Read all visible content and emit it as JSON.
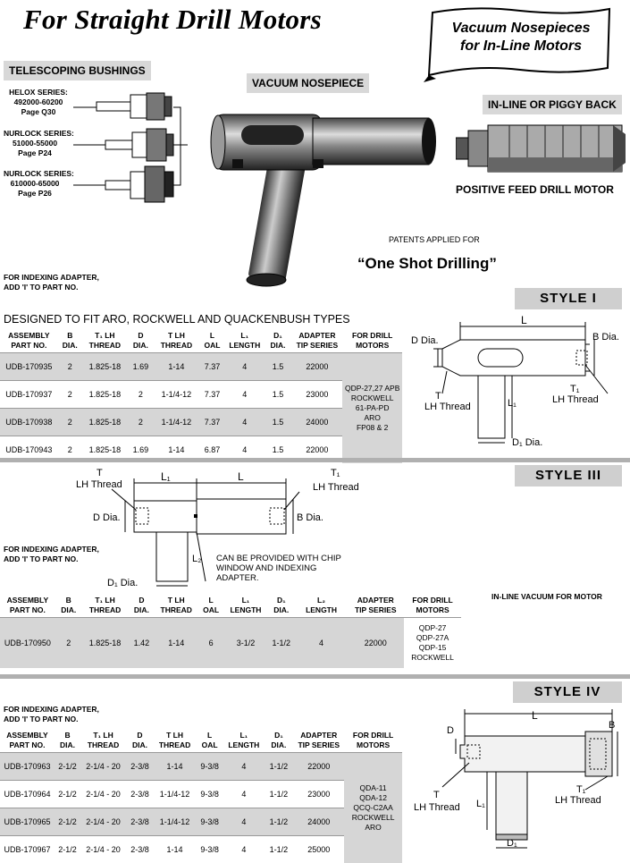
{
  "header": {
    "title": "For Straight Drill Motors",
    "banner_line1": "Vacuum Nosepieces",
    "banner_line2": "for In-Line Motors"
  },
  "top": {
    "telescoping_label": "TELESCOPING BUSHINGS",
    "helox": [
      "HELOX SERIES:",
      "492000-60200",
      "Page Q30"
    ],
    "nurlock1": [
      "NURLOCK SERIES:",
      "51000-55000",
      "Page P24"
    ],
    "nurlock2": [
      "NURLOCK SERIES:",
      "610000-65000",
      "Page P26"
    ],
    "vacuum_label": "VACUUM NOSEPIECE",
    "inline_label": "IN-LINE OR PIGGY BACK",
    "positive_feed": "POSITIVE FEED DRILL MOTOR",
    "patents": "PATENTS APPLIED FOR",
    "one_shot": "“One Shot Drilling”",
    "indexing": [
      "FOR INDEXING ADAPTER,",
      "ADD 'I' TO PART NO."
    ]
  },
  "style1": {
    "label": "STYLE  I",
    "heading": "DESIGNED TO FIT ARO, ROCKWELL AND QUACKENBUSH TYPES",
    "columns": [
      [
        "ASSEMBLY",
        "PART NO."
      ],
      [
        "B",
        "DIA."
      ],
      [
        "T₁ LH",
        "THREAD"
      ],
      [
        "D",
        "DIA."
      ],
      [
        "T LH",
        "THREAD"
      ],
      [
        "L",
        "OAL"
      ],
      [
        "L₁",
        "LENGTH"
      ],
      [
        "D₁",
        "DIA."
      ],
      [
        "ADAPTER",
        "TIP SERIES"
      ],
      [
        "FOR DRILL",
        "MOTORS"
      ]
    ],
    "rows": [
      [
        "UDB-170935",
        "2",
        "1.825-18",
        "1.69",
        "1-14",
        "7.37",
        "4",
        "1.5",
        "22000"
      ],
      [
        "UDB-170937",
        "2",
        "1.825-18",
        "2",
        "1-1/4-12",
        "7.37",
        "4",
        "1.5",
        "23000"
      ],
      [
        "UDB-170938",
        "2",
        "1.825-18",
        "2",
        "1-1/4-12",
        "7.37",
        "4",
        "1.5",
        "24000"
      ],
      [
        "UDB-170943",
        "2",
        "1.825-18",
        "1.69",
        "1-14",
        "6.87",
        "4",
        "1.5",
        "22000"
      ]
    ],
    "motors": [
      "QDP-27,27 APB",
      "ROCKWELL",
      "61-PA-PD",
      "ARO",
      "FP08 & 2"
    ],
    "drawing": {
      "L": "L",
      "D": "D Dia.",
      "B": "B Dia.",
      "T": "T",
      "T_sub": "LH Thread",
      "T1": "T₁",
      "T1_sub": "LH Thread",
      "L1": "L₁",
      "D1": "D₁ Dia."
    }
  },
  "style3": {
    "label": "STYLE  III",
    "indexing": [
      "FOR INDEXING ADAPTER,",
      "ADD 'I' TO PART NO."
    ],
    "note": [
      "CAN BE PROVIDED WITH CHIP",
      "WINDOW AND INDEXING",
      "ADAPTER."
    ],
    "inline_note": "IN-LINE VACUUM FOR MOTOR",
    "columns": [
      [
        "ASSEMBLY",
        "PART NO."
      ],
      [
        "B",
        "DIA."
      ],
      [
        "T₁ LH",
        "THREAD"
      ],
      [
        "D",
        "DIA."
      ],
      [
        "T LH",
        "THREAD"
      ],
      [
        "L",
        "OAL"
      ],
      [
        "L₁",
        "LENGTH"
      ],
      [
        "D₁",
        "DIA."
      ],
      [
        "L₂",
        "LENGTH"
      ],
      [
        "ADAPTER",
        "TIP SERIES"
      ],
      [
        "FOR DRILL",
        "MOTORS"
      ]
    ],
    "rows": [
      [
        "UDB-170950",
        "2",
        "1.825-18",
        "1.42",
        "1-14",
        "6",
        "3-1/2",
        "1-1/2",
        "4",
        "22000"
      ]
    ],
    "motors": [
      "QDP-27",
      "QDP-27A",
      "QDP-15",
      "ROCKWELL"
    ],
    "drawing": {
      "T": "T",
      "T_sub": "LH Thread",
      "L1": "L₁",
      "L": "L",
      "T1": "T₁",
      "T1_sub": "LH Thread",
      "D": "D Dia.",
      "B": "B Dia.",
      "L2": "L₂",
      "D1": "D₁ Dia."
    }
  },
  "style4": {
    "label": "STYLE  IV",
    "indexing": [
      "FOR INDEXING ADAPTER,",
      "ADD 'I' TO PART NO."
    ],
    "columns": [
      [
        "ASSEMBLY",
        "PART NO."
      ],
      [
        "B",
        "DIA."
      ],
      [
        "T₁ LH",
        "THREAD"
      ],
      [
        "D",
        "DIA."
      ],
      [
        "T LH",
        "THREAD"
      ],
      [
        "L",
        "OAL"
      ],
      [
        "L₁",
        "LENGTH"
      ],
      [
        "D₁",
        "DIA."
      ],
      [
        "ADAPTER",
        "TIP SERIES"
      ],
      [
        "FOR DRILL",
        "MOTORS"
      ]
    ],
    "rows": [
      [
        "UDB-170963",
        "2-1/2",
        "2-1/4 - 20",
        "2-3/8",
        "1-14",
        "9-3/8",
        "4",
        "1-1/2",
        "22000"
      ],
      [
        "UDB-170964",
        "2-1/2",
        "2-1/4 - 20",
        "2-3/8",
        "1-1/4-12",
        "9-3/8",
        "4",
        "1-1/2",
        "23000"
      ],
      [
        "UDB-170965",
        "2-1/2",
        "2-1/4 - 20",
        "2-3/8",
        "1-1/4-12",
        "9-3/8",
        "4",
        "1-1/2",
        "24000"
      ],
      [
        "UDB-170967",
        "2-1/2",
        "2-1/4 - 20",
        "2-3/8",
        "1-14",
        "9-3/8",
        "4",
        "1-1/2",
        "25000"
      ]
    ],
    "motors": [
      "QDA-11",
      "QDA-12",
      "QCQ-C2AA",
      "ROCKWELL",
      "ARO"
    ],
    "drawing": {
      "L": "L",
      "D": "D",
      "B": "B",
      "T": "T",
      "T_sub": "LH Thread",
      "T1": "T₁",
      "T1_sub": "LH Thread",
      "L1": "L₁",
      "D1": "D₁"
    }
  }
}
